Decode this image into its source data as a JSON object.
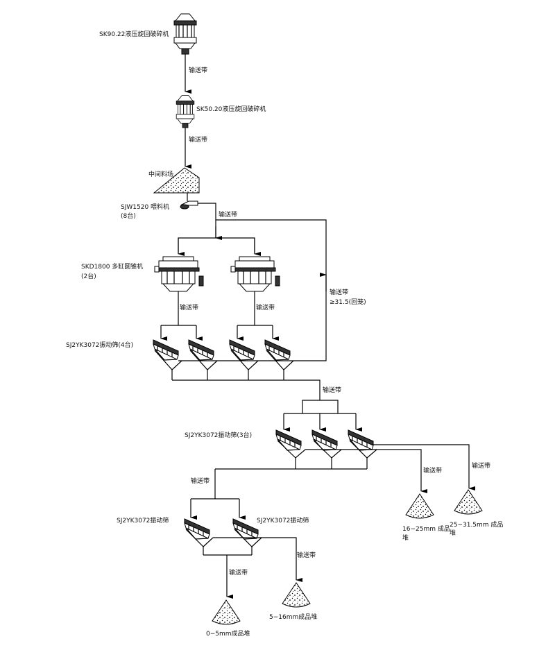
{
  "equipment": {
    "primary_crusher": "SK90.22液压旋回破碎机",
    "secondary_crusher": "SK50.20液压旋回破碎机",
    "stockpile": "中间料场",
    "feeder": "SJW1520 喂料机",
    "feeder_count": "(8台)",
    "cone_crusher": "SKD1800 多缸圆锥机",
    "cone_crusher_count": "(2台)",
    "screen_stage1": "SJ2YK3072振动筛(4台)",
    "screen_stage2": "SJ2YK3072振动筛(3台)",
    "screen_stage3_left": "SJ2YK3072振动筛",
    "screen_stage3_right": "SJ2YK3072振动筛"
  },
  "conveyor_label": "输送带",
  "recycle": {
    "label": "输送带",
    "note": "≥31.5(回笼)"
  },
  "products": {
    "p0_5": "0−5mm成品堆",
    "p5_16": "5−16mm成品堆",
    "p16_25_line1": "16−25mm 成品",
    "p16_25_line2": "堆",
    "p25_315_line1": "25−31.5mm 成品",
    "p25_315_line2": "堆"
  }
}
